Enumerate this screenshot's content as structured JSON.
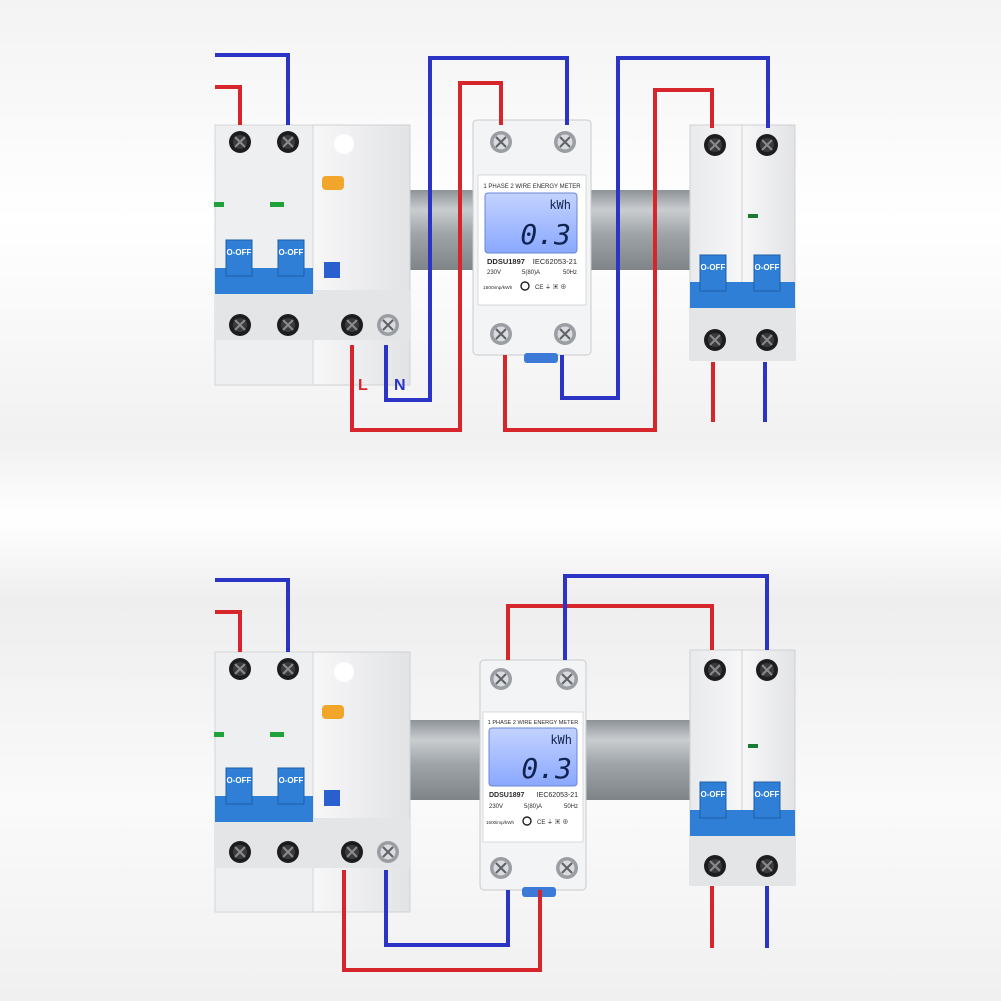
{
  "colors": {
    "live_wire": "#d6262c",
    "neutral_wire": "#2b34c4",
    "switch_blue": "#2f7fd6",
    "lcd_blue": "#9bb6ff",
    "rail": "#a9aeb2"
  },
  "diagrams": [
    {
      "meter": {
        "header": "1 PHASE 2 WIRE ENERGY METER",
        "unit": "kWh",
        "reading": "0.3",
        "model": "DDSU1897",
        "standard": "IEC62053-21",
        "voltage": "230V",
        "current": "5(80)A",
        "frequency": "50Hz",
        "impulse": "1600imp/kWh"
      },
      "breaker_left": {
        "switch_label_1": "O-OFF",
        "switch_label_2": "O-OFF"
      },
      "breaker_right": {
        "switch_label_1": "O-OFF",
        "switch_label_2": "O-OFF"
      },
      "labels": {
        "live": "L",
        "neutral": "N"
      }
    },
    {
      "meter": {
        "header": "1 PHASE 2 WIRE ENERGY METER",
        "unit": "kWh",
        "reading": "0.3",
        "model": "DDSU1897",
        "standard": "IEC62053-21",
        "voltage": "230V",
        "current": "5(80)A",
        "frequency": "50Hz",
        "impulse": "1600imp/kWh"
      },
      "breaker_left": {
        "switch_label_1": "O-OFF",
        "switch_label_2": "O-OFF"
      },
      "breaker_right": {
        "switch_label_1": "O-OFF",
        "switch_label_2": "O-OFF"
      }
    }
  ]
}
